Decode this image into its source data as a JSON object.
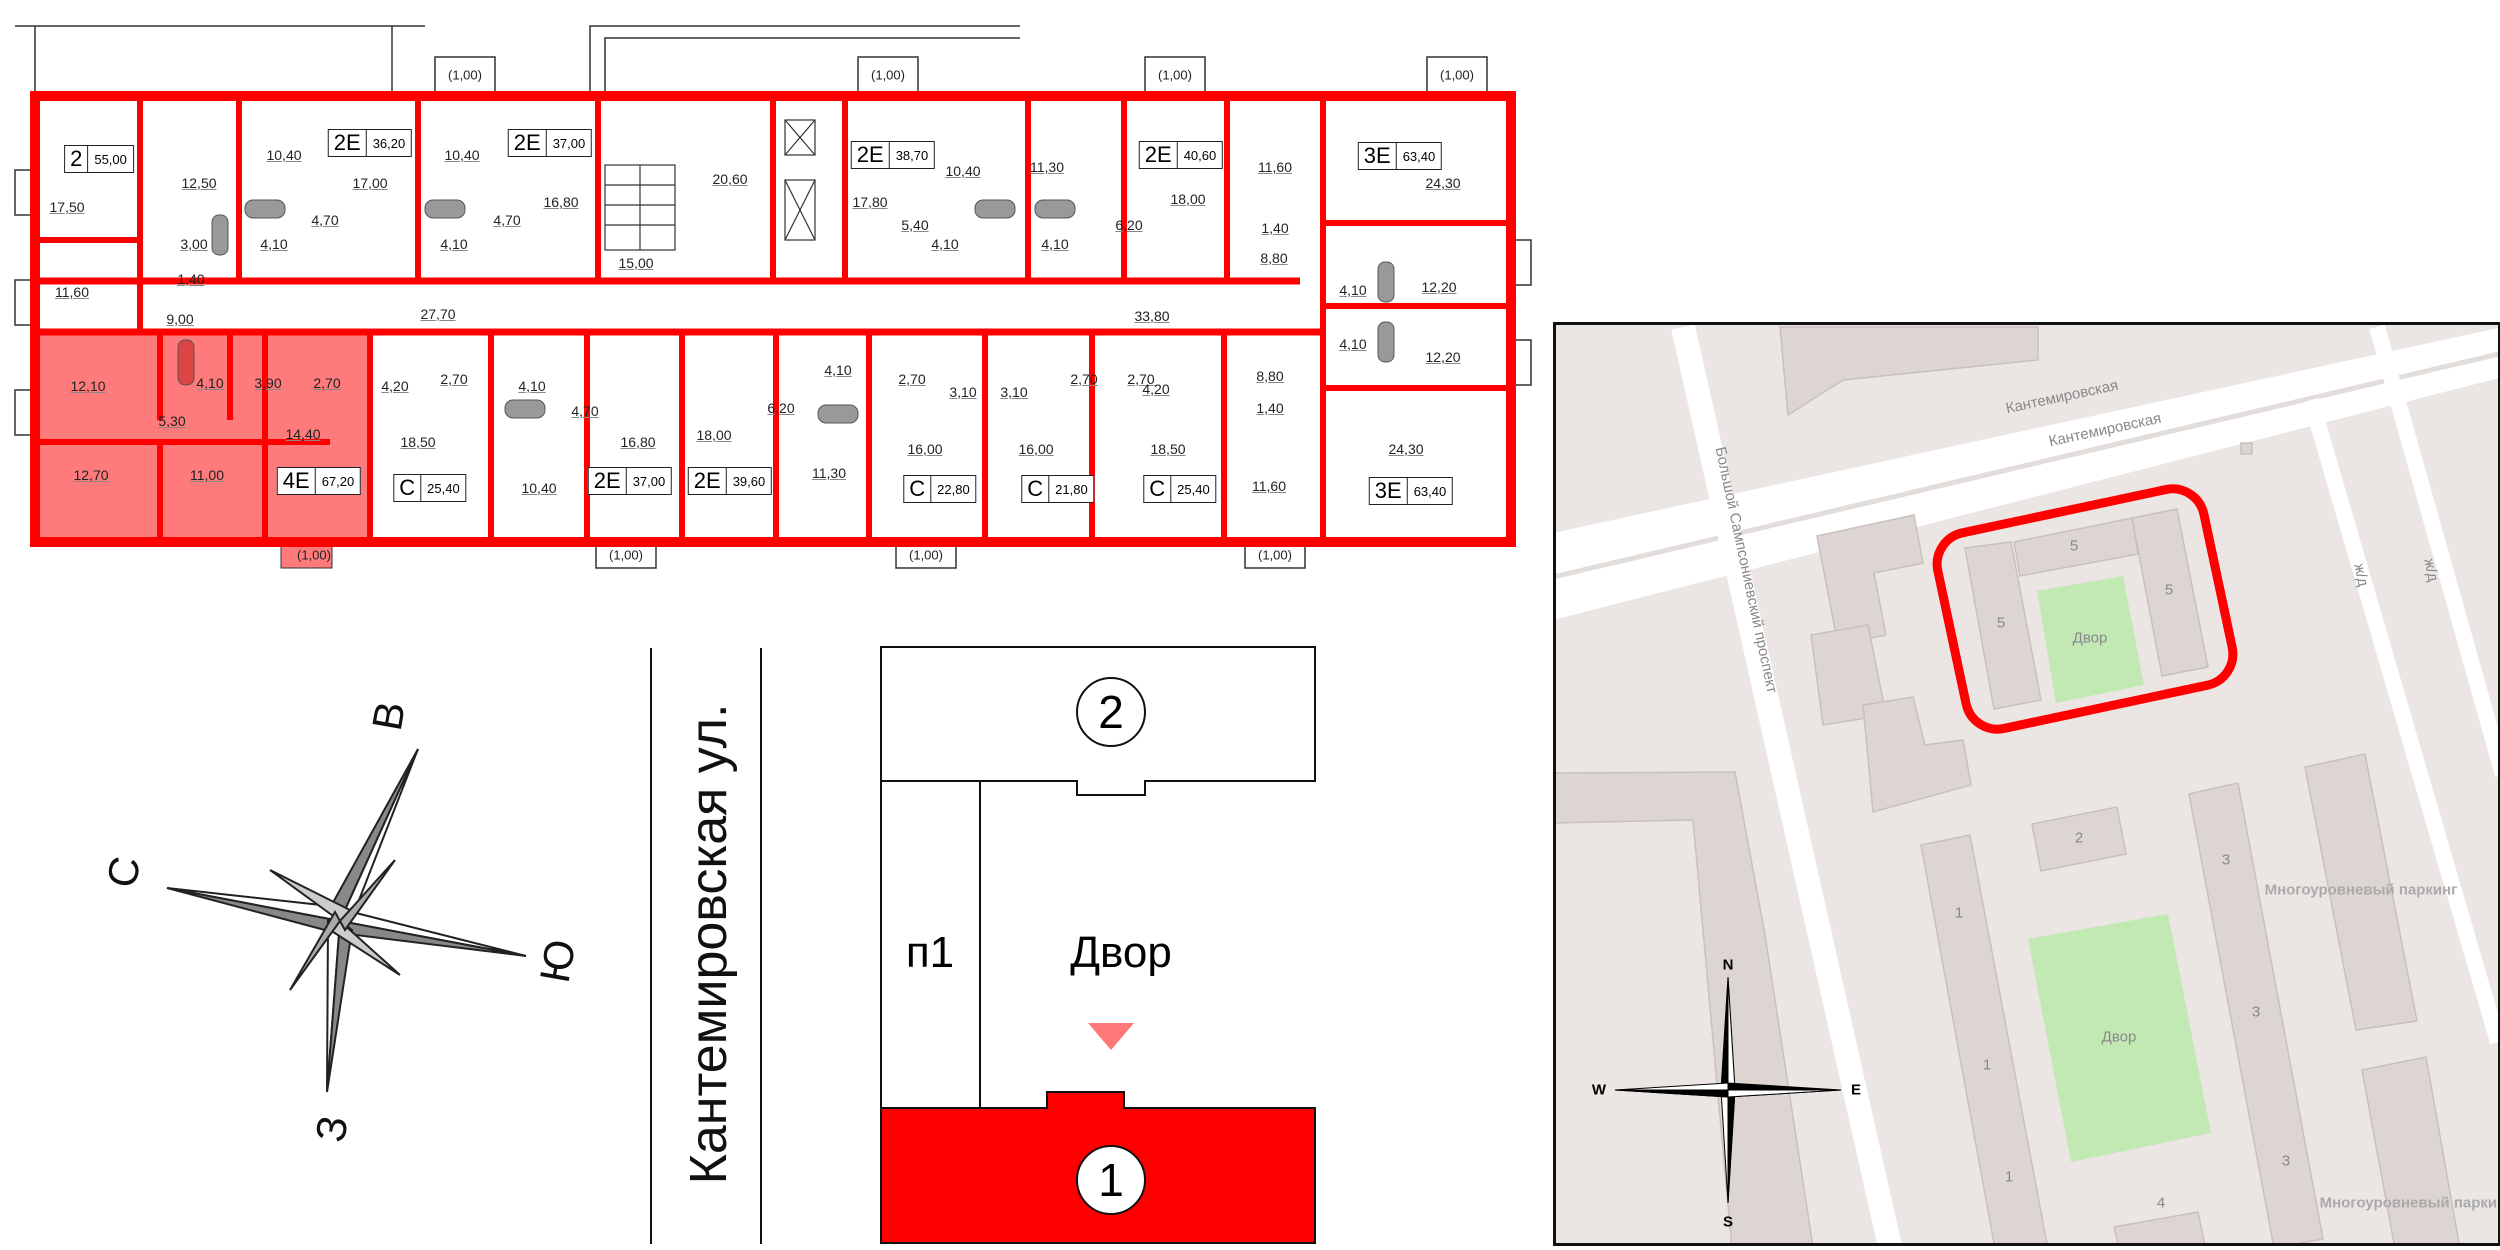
{
  "plan": {
    "accent_color": "#ff0000",
    "highlight_color": "#ff7a7a",
    "areas": [
      "17,50",
      "12,50",
      "3,00",
      "1,40",
      "11,60",
      "9,00",
      "10,40",
      "4,10",
      "17,00",
      "4,70",
      "10,40",
      "4,10",
      "4,70",
      "16,80",
      "15,00",
      "20,60",
      "27,70",
      "17,80",
      "10,40",
      "5,40",
      "4,10",
      "11,30",
      "4,10",
      "6,20",
      "18,00",
      "11,60",
      "1,40",
      "8,80",
      "33,80",
      "24,30",
      "4,10",
      "12,20",
      "4,10",
      "12,20",
      "12,10",
      "4,10",
      "3,90",
      "2,70",
      "5,30",
      "14,40",
      "12,70",
      "11,00",
      "4,20",
      "2,70",
      "18,50",
      "4,10",
      "4,70",
      "10,40",
      "16,80",
      "18,00",
      "6,20",
      "11,30",
      "4,10",
      "2,70",
      "3,10",
      "16,00",
      "3,10",
      "2,70",
      "16,00",
      "2,70",
      "4,20",
      "18,50",
      "8,80",
      "1,40",
      "11,60",
      "24,30"
    ],
    "flats": [
      {
        "type": "2",
        "area": "55,00"
      },
      {
        "type": "2E",
        "area": "36,20"
      },
      {
        "type": "2E",
        "area": "37,00"
      },
      {
        "type": "2E",
        "area": "38,70"
      },
      {
        "type": "2E",
        "area": "40,60"
      },
      {
        "type": "3E",
        "area": "63,40"
      },
      {
        "type": "4E",
        "area": "67,20"
      },
      {
        "type": "C",
        "area": "25,40"
      },
      {
        "type": "2E",
        "area": "37,00"
      },
      {
        "type": "2E",
        "area": "39,60"
      },
      {
        "type": "C",
        "area": "22,80"
      },
      {
        "type": "C",
        "area": "21,80"
      },
      {
        "type": "C",
        "area": "25,40"
      },
      {
        "type": "3E",
        "area": "63,40"
      }
    ],
    "balconies": [
      "(1,00)",
      "(1,00)",
      "(1,00)",
      "(1,00)",
      "(1,00)",
      "(1,00)",
      "(1,00)",
      "(1,00)"
    ]
  },
  "compass": {
    "north": "С",
    "east": "В",
    "south": "Ю",
    "west": "З"
  },
  "street_label": "Кантемировская ул.",
  "scheme": {
    "building_2": "2",
    "building_1": "1",
    "entrance": "п1",
    "yard": "Двор",
    "accent_color": "#ff0000"
  },
  "map": {
    "streets": [
      "Кантемировская",
      "Кантемировская",
      "Большой Сампсониевский проспект",
      "ж/д",
      "ж/д"
    ],
    "buildings": [
      "5",
      "5",
      "5",
      "2",
      "1",
      "1",
      "1",
      "3",
      "3",
      "3",
      "4"
    ],
    "yards": [
      "Двор",
      "Двор"
    ],
    "parking": [
      "Многоуровневый паркинг",
      "Многоуровневый паркинг"
    ],
    "compass": {
      "n": "N",
      "e": "E",
      "s": "S",
      "w": "W"
    },
    "green_color": "#c2e8b4",
    "building_color": "#dcd5d2",
    "ground_color": "#ebe6e4"
  }
}
